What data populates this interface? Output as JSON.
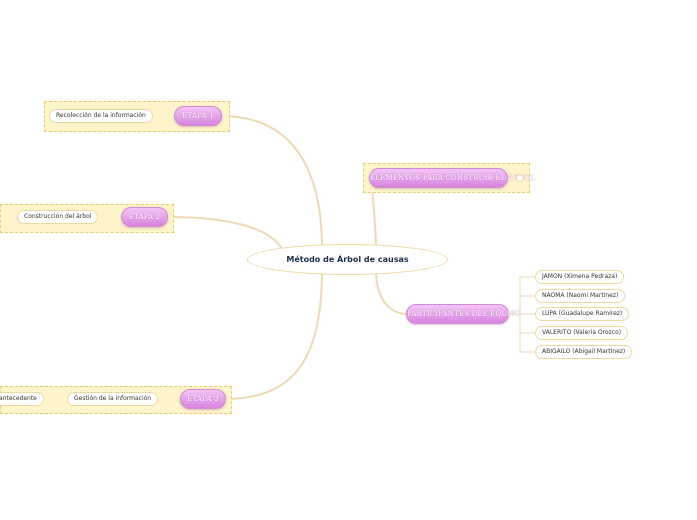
{
  "central_topic": "Método de Árbol de causas",
  "branches": {
    "etapa1": {
      "label": "ETAPA 1",
      "children": [
        "Recolección de la información"
      ]
    },
    "etapa2": {
      "label": "ETAPA 2",
      "children": [
        "Construcción del árbol"
      ]
    },
    "etapa3": {
      "label": "ETAPA 3",
      "children": [
        "Gestión de la información",
        "antecedente"
      ]
    },
    "elementos": {
      "label": "ELEMENTOS PARA CONSTRUIR EL ÁRBOL",
      "children": []
    },
    "participantes": {
      "label": "PARTICIPANTES DEL EQUIPO",
      "children": [
        "JAMON (Ximena Pedraza)",
        "NAOMA (Naomi Martínez)",
        "LUPA (Guadalupe Ramírez)",
        "VALERITO (Valeria Orozco)",
        "ABIGAILO (Abigail Martínez)"
      ]
    }
  },
  "colors": {
    "connector": "#edd9b0",
    "topic_fill": "#d784de",
    "group_fill": "#fdf4c9"
  }
}
